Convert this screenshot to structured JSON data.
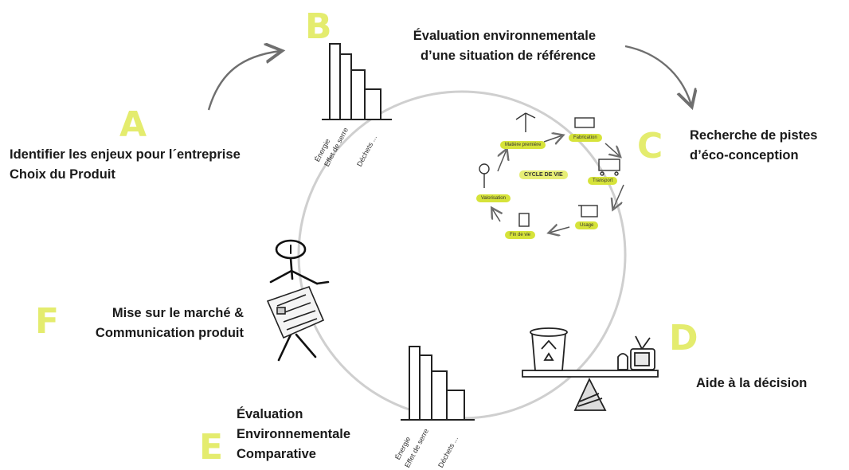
{
  "letters": {
    "a": "A",
    "b": "B",
    "c": "C",
    "d": "D",
    "e": "E",
    "f": "F"
  },
  "steps": {
    "a": [
      "Identifier les enjeux pour l´entreprise",
      "Choix du Produit"
    ],
    "b": [
      "Évaluation environnementale",
      "d’une situation de référence"
    ],
    "c": [
      "Recherche de pistes",
      "d’éco-conception"
    ],
    "d": [
      "Aide à la décision"
    ],
    "e": [
      "Évaluation",
      "Environnementale",
      "Comparative"
    ],
    "f": [
      "Mise sur le marché  &",
      "Communication produit"
    ]
  },
  "bar_chart_labels": [
    "Énergie",
    "Effet de serre",
    "Déchets ..."
  ],
  "lifecycle": {
    "center": "CYCLE DE VIE",
    "tags": [
      "Matière première",
      "Fabrication",
      "Transport",
      "Usage",
      "Fin de vie",
      "Valorisation"
    ]
  },
  "colors": {
    "accent": "#e4ec6e",
    "tag": "#d6e33a",
    "ink": "#1a1a1a",
    "arrow": "#777777",
    "circle": "#c8c8c8"
  },
  "icons": [
    "recycle-bin-icon",
    "television-icon",
    "balance-scale-icon",
    "stick-figure-icon",
    "newspaper-icon"
  ]
}
